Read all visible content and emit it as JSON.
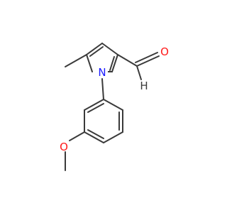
{
  "molecule": {
    "atoms": {
      "nitrogen": {
        "symbol": "N",
        "color": "#1a1aff"
      },
      "aldehyde_oxygen": {
        "symbol": "O",
        "color": "#ff1a1a"
      },
      "aldehyde_hydrogen": {
        "symbol": "H",
        "color": "#3a3a3a"
      },
      "methoxy_oxygen": {
        "symbol": "O",
        "color": "#ff1a1a"
      }
    },
    "bond_color": "#3a3a3a"
  }
}
